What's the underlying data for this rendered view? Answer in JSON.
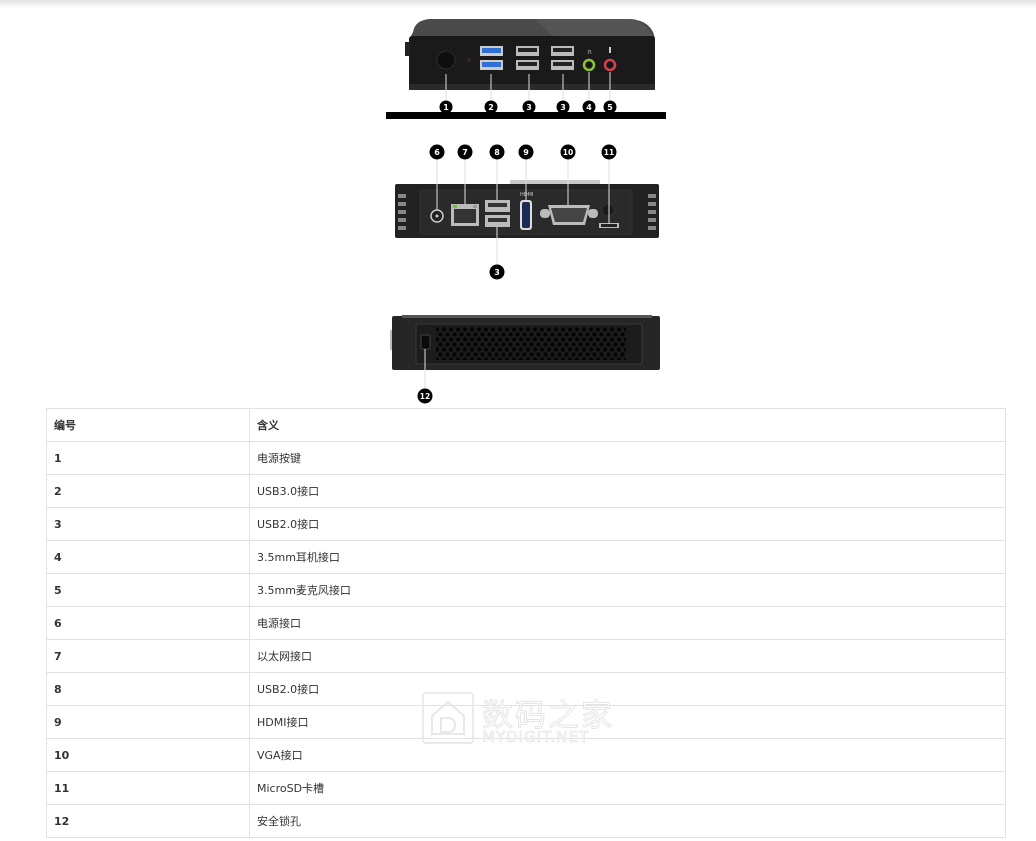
{
  "figures": {
    "front_view": {
      "callouts": [
        "1",
        "2",
        "3",
        "3",
        "4",
        "5"
      ]
    },
    "rear_view": {
      "callouts_top": [
        "6",
        "7",
        "8",
        "9",
        "10",
        "11"
      ],
      "callouts_bottom": [
        "3"
      ],
      "hdmi_label": "HDMI"
    },
    "side_view": {
      "callouts": [
        "12"
      ]
    }
  },
  "table": {
    "headers": [
      "编号",
      "含义"
    ],
    "rows": [
      {
        "no": "1",
        "meaning": "电源按键"
      },
      {
        "no": "2",
        "meaning": "USB3.0接口"
      },
      {
        "no": "3",
        "meaning": "USB2.0接口"
      },
      {
        "no": "4",
        "meaning": "3.5mm耳机接口"
      },
      {
        "no": "5",
        "meaning": "3.5mm麦克风接口"
      },
      {
        "no": "6",
        "meaning": "电源接口"
      },
      {
        "no": "7",
        "meaning": "以太网接口"
      },
      {
        "no": "8",
        "meaning": "USB2.0接口"
      },
      {
        "no": "9",
        "meaning": "HDMI接口"
      },
      {
        "no": "10",
        "meaning": "VGA接口"
      },
      {
        "no": "11",
        "meaning": "MicroSD卡槽"
      },
      {
        "no": "12",
        "meaning": "安全锁孔"
      }
    ]
  },
  "watermark": {
    "cn": "数码之家",
    "en": "MYDIGIT.NET"
  },
  "colors": {
    "device_body": "#1c1c1c",
    "usb3_blue": "#2f6fd6",
    "headphone_green": "#8fc23a",
    "mic_pink": "#d9404f",
    "table_border": "#e2e2e2",
    "text": "#333333"
  }
}
